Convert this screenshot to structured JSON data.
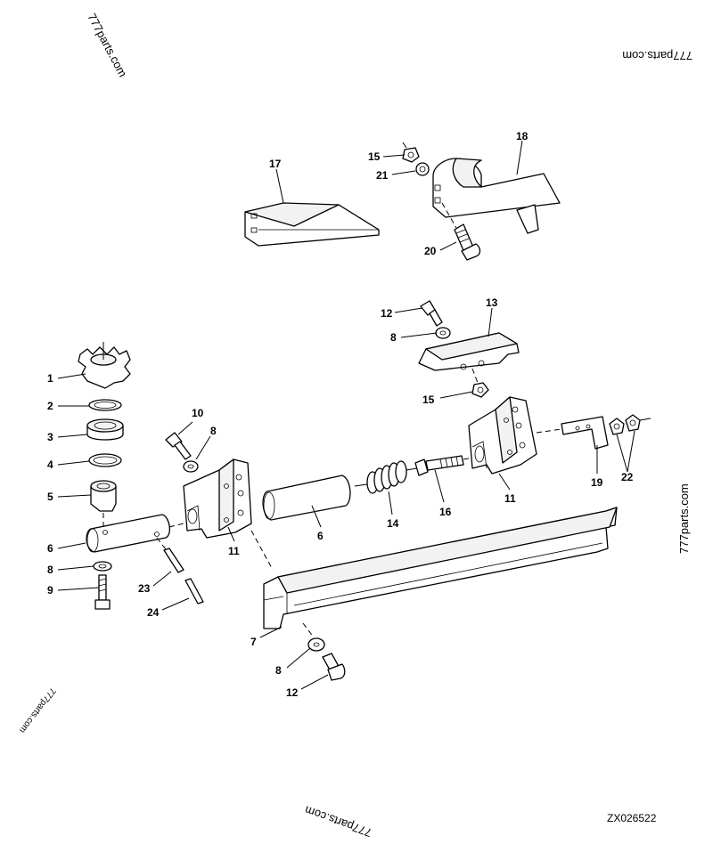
{
  "watermarks": [
    "777parts.com",
    "777parts.com",
    "777parts.com",
    "777parts.com",
    "777parts.com"
  ],
  "drawing_code": "ZX026522",
  "callouts": [
    "1",
    "2",
    "3",
    "4",
    "5",
    "6",
    "8",
    "9",
    "23",
    "24",
    "10",
    "8",
    "11",
    "6",
    "14",
    "16",
    "11",
    "7",
    "8",
    "12",
    "12",
    "8",
    "13",
    "15",
    "19",
    "22",
    "17",
    "15",
    "21",
    "18",
    "20"
  ]
}
